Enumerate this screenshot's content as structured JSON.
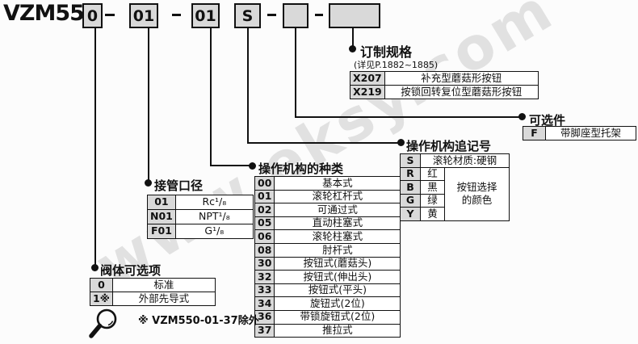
{
  "colors": {
    "box_fill": "#d9d9d9",
    "ink": "#111111",
    "watermark": "#c8c8c8"
  },
  "watermark_text": "www.eksy.com",
  "model_code": {
    "prefix": "VZM55",
    "segments": [
      "0",
      "01",
      "01",
      "S",
      "",
      ""
    ]
  },
  "sections": {
    "custom_spec": {
      "title": "订制规格",
      "subtitle": "(详见P.1882~1885)",
      "rows": [
        {
          "code": "X207",
          "desc": "补充型蘑菇形按钮"
        },
        {
          "code": "X219",
          "desc": "按锁回转复位型蘑菇形按钮"
        }
      ]
    },
    "options": {
      "title": "可选件",
      "rows": [
        {
          "code": "F",
          "desc": "带脚座型托架"
        }
      ]
    },
    "actuator_suffix": {
      "title": "操作机构追记号",
      "material_row": {
        "code": "S",
        "desc": "滚轮材质:硬钢"
      },
      "color_rows": [
        {
          "code": "R",
          "desc": "红"
        },
        {
          "code": "B",
          "desc": "黑"
        },
        {
          "code": "G",
          "desc": "绿"
        },
        {
          "code": "Y",
          "desc": "黄"
        }
      ],
      "color_note_line1": "按钮选择",
      "color_note_line2": "的颜色"
    },
    "actuator_type": {
      "title": "操作机构的种类",
      "rows": [
        {
          "code": "00",
          "desc": "基本式"
        },
        {
          "code": "01",
          "desc": "滚轮杠杆式"
        },
        {
          "code": "02",
          "desc": "可通过式"
        },
        {
          "code": "05",
          "desc": "直动柱塞式"
        },
        {
          "code": "06",
          "desc": "滚轮柱塞式"
        },
        {
          "code": "08",
          "desc": "肘杆式"
        },
        {
          "code": "30",
          "desc": "按钮式(蘑菇头)"
        },
        {
          "code": "32",
          "desc": "按钮式(伸出头)"
        },
        {
          "code": "33",
          "desc": "按钮式(平头)"
        },
        {
          "code": "34",
          "desc": "旋钮式(2位)"
        },
        {
          "code": "36",
          "desc": "带锁旋钮式(2位)"
        },
        {
          "code": "37",
          "desc": "推拉式"
        }
      ]
    },
    "port_size": {
      "title": "接管口径",
      "rows": [
        {
          "code": "01",
          "desc": "Rc¹/₈"
        },
        {
          "code": "N01",
          "desc": "NPT¹/₈"
        },
        {
          "code": "F01",
          "desc": "G¹/₈"
        }
      ]
    },
    "body_option": {
      "title": "阀体可选项",
      "rows": [
        {
          "code": "0",
          "desc": "标准"
        },
        {
          "code": "1※",
          "desc": "外部先导式"
        }
      ],
      "note": "※ VZM550-01-37除外"
    }
  }
}
